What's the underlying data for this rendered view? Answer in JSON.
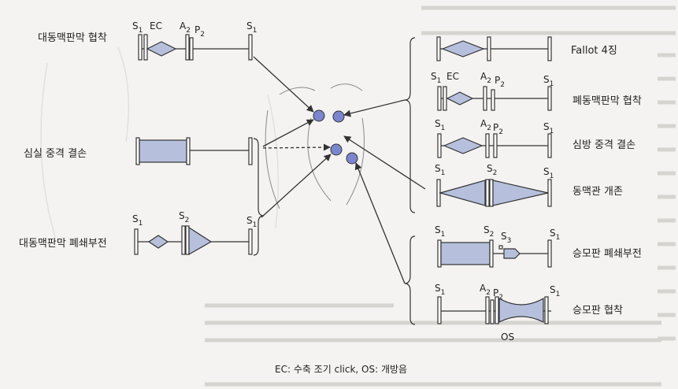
{
  "left_murmurs": [
    {
      "label": "대동맥판막 협착",
      "sounds": [
        "S1",
        "EC",
        "A2",
        "P2",
        "S1"
      ]
    },
    {
      "label": "심실 중격 결손",
      "sounds": []
    },
    {
      "label": "대동맥판막 폐쇄부전",
      "sounds": [
        "S1",
        "S2",
        "S1"
      ]
    }
  ],
  "right_murmurs": [
    {
      "label": "Fallot 4징",
      "sounds": []
    },
    {
      "label": "폐동맥판막 협착",
      "sounds": [
        "S1",
        "EC",
        "A2",
        "P2",
        "S1"
      ]
    },
    {
      "label": "심방 중격 결손",
      "sounds": [
        "S1",
        "A2",
        "P2",
        "S1"
      ]
    },
    {
      "label": "동맥관 개존",
      "sounds": [
        "S1",
        "S2",
        "S1"
      ]
    },
    {
      "label": "승모판 폐쇄부전",
      "sounds": [
        "S1",
        "S2",
        "S3",
        "S1"
      ]
    },
    {
      "label": "승모판 협착",
      "sounds": [
        "S1",
        "A2",
        "P2",
        "S1"
      ],
      "extra": "OS"
    }
  ],
  "footnote": "EC: 수축 조기 click, OS: 개방음",
  "colors": {
    "fill": "#b6c0dc",
    "stroke": "#333333",
    "dot": "#7b86cf",
    "line": "#333333"
  }
}
